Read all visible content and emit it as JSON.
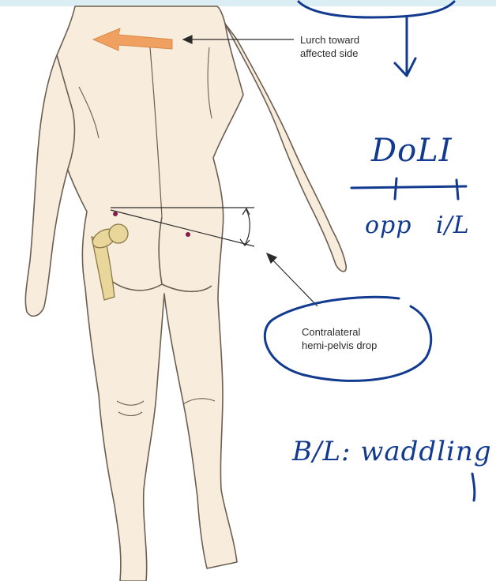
{
  "labels": {
    "lurch_line1": "Lurch toward",
    "lurch_line2": "affected side",
    "drop_line1": "Contralateral",
    "drop_line2": "hemi-pelvis drop"
  },
  "handwriting": {
    "dol": "DoLI",
    "opp": "opp",
    "il": "i/L",
    "bilateral": "B/L: waddling"
  },
  "colors": {
    "skin": "#f8eddc",
    "outline": "#6b5e52",
    "ink": "#123a8f",
    "arrow_orange": "#f0a060",
    "femur": "#e8d69a",
    "dot": "#8a1a4a"
  }
}
